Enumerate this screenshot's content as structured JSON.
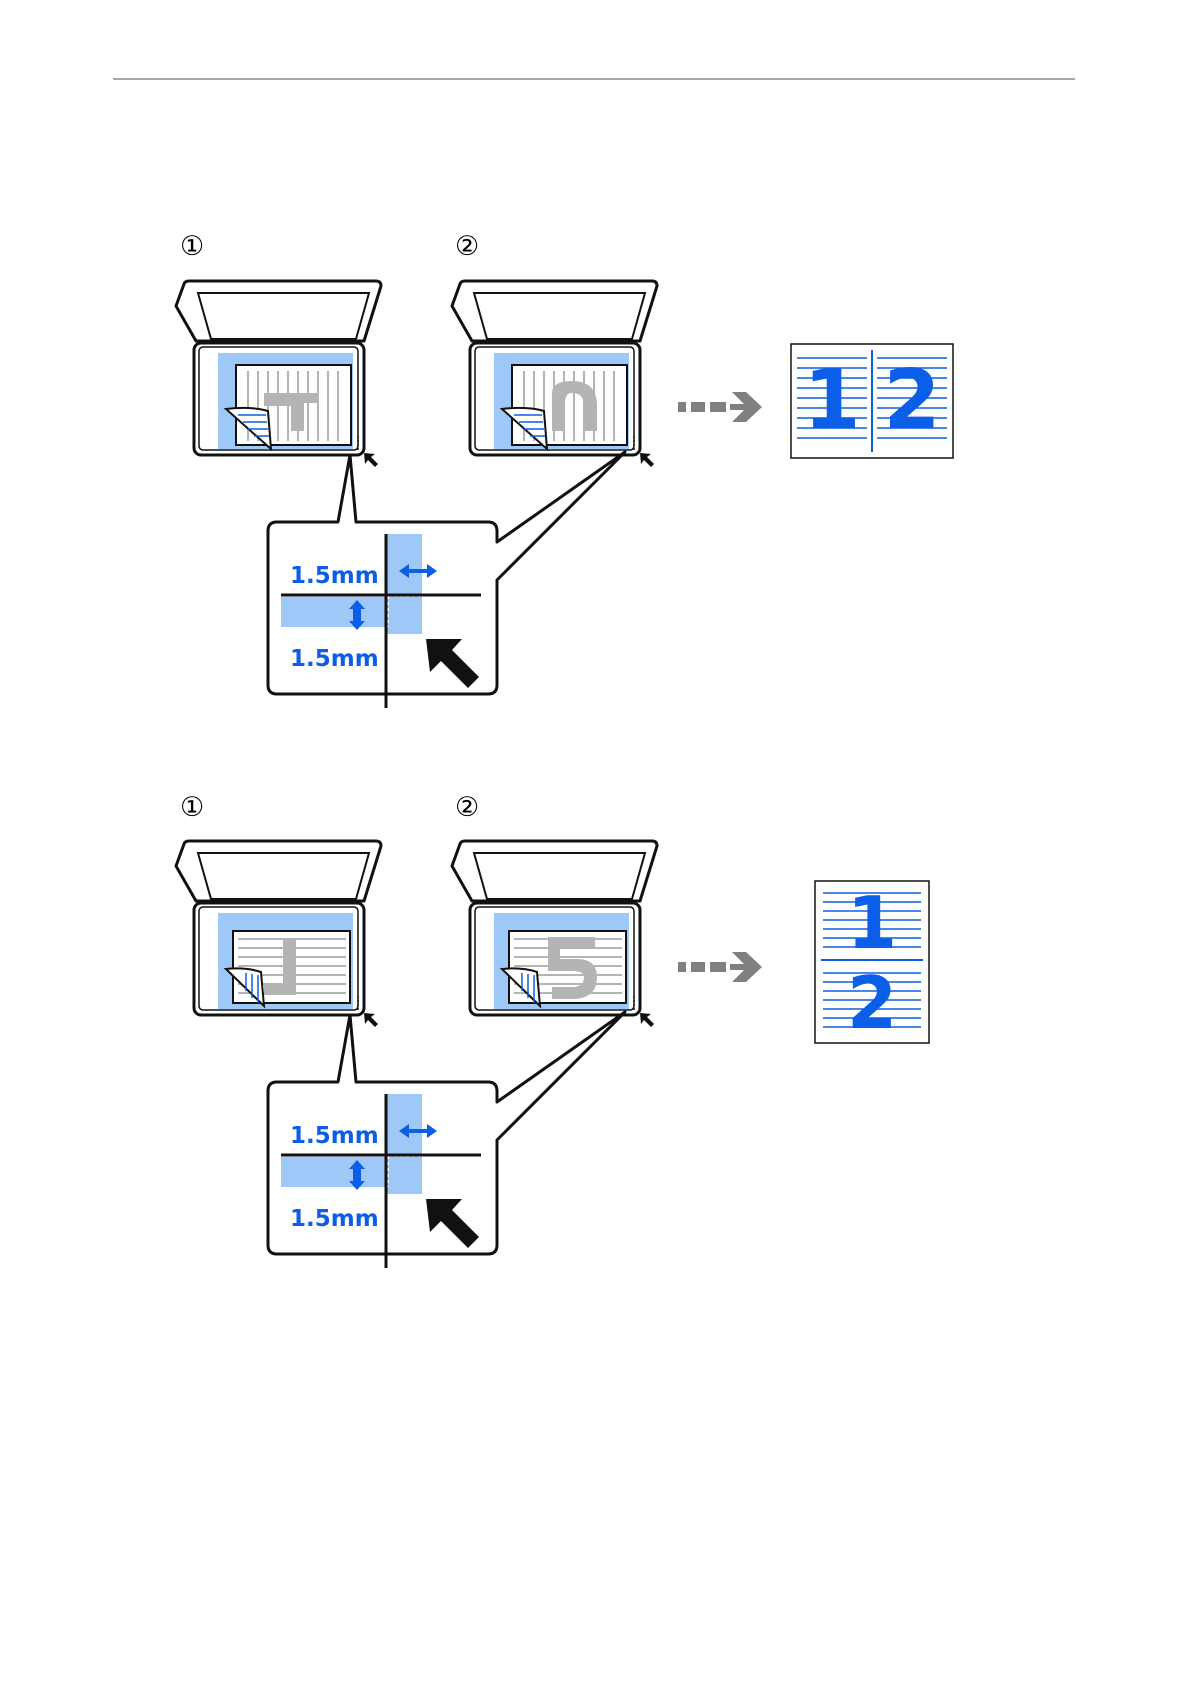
{
  "step_labels": {
    "step1": "①",
    "step2": "②"
  },
  "margin_labels": {
    "horizontal": "1.5mm",
    "vertical": "1.5mm"
  },
  "result_labels": {
    "page1": "1",
    "page2": "2"
  },
  "colors": {
    "accent_blue": "#0b5ee8",
    "light_blue": "#9ec8f7",
    "gray_arrow": "#808080",
    "gray_glyph": "#b4b4b4",
    "outline": "#111111"
  }
}
